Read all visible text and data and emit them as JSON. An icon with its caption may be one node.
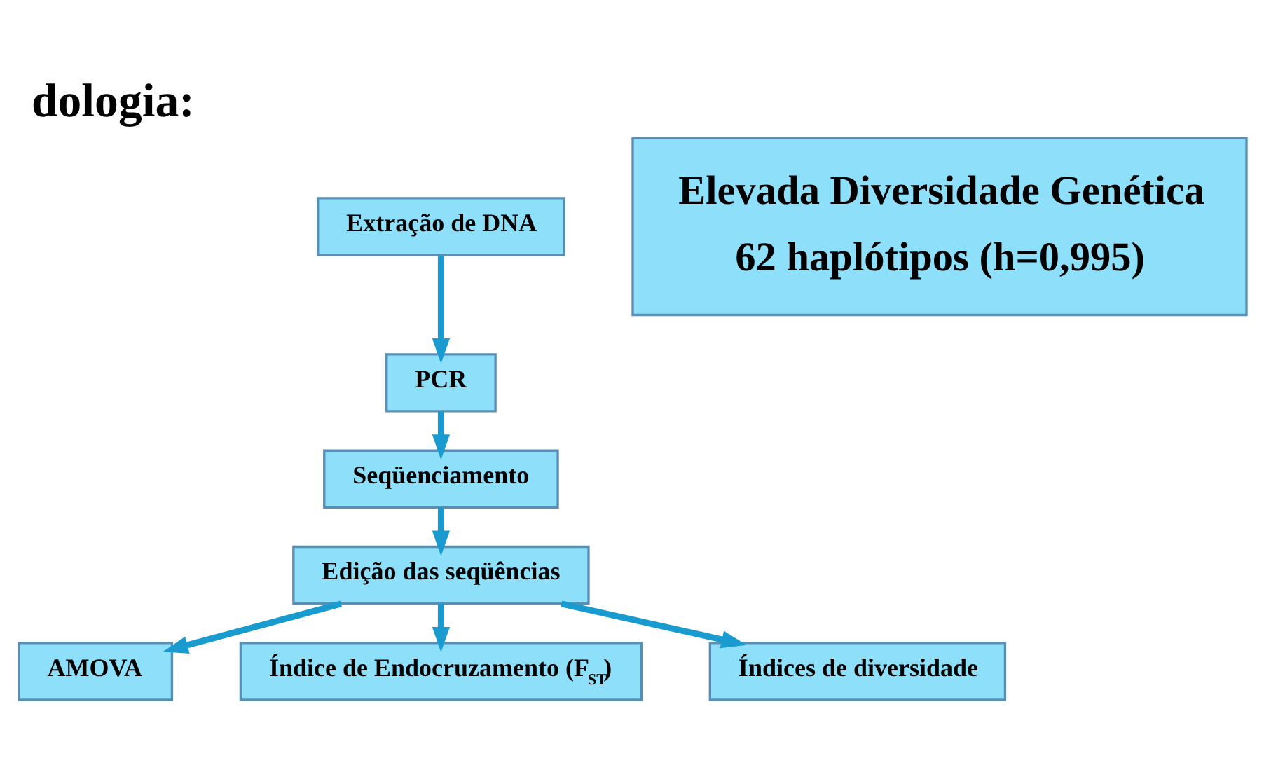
{
  "diagram": {
    "title": "dologia:",
    "nodes": [
      {
        "text": [
          "Extração de DNA"
        ]
      },
      {
        "text": [
          "PCR"
        ]
      },
      {
        "text": [
          "Seqüenciamento"
        ]
      },
      {
        "text": [
          "Edição das seqüências"
        ]
      },
      {
        "text": [
          "AMOVA"
        ]
      },
      {
        "text": [
          "Índice de Endocruzamento (F$_{ST}$)"
        ]
      },
      {
        "text": [
          "Índices de diversidade"
        ]
      },
      {
        "text": [
          "Elevada Diversidade Genética",
          "62 haplótipos (h=0,995)"
        ]
      }
    ],
    "edges": [
      {
        "from": 0,
        "to": 1,
        "arrow": "to"
      },
      {
        "from": 1,
        "to": 2,
        "arrow": "to"
      },
      {
        "from": 2,
        "to": 3,
        "arrow": "to"
      },
      {
        "from": 3,
        "to": 4,
        "arrow": "to"
      },
      {
        "from": 3,
        "to": 5,
        "arrow": "to"
      },
      {
        "from": 3,
        "to": 6,
        "arrow": "to"
      }
    ]
  }
}
